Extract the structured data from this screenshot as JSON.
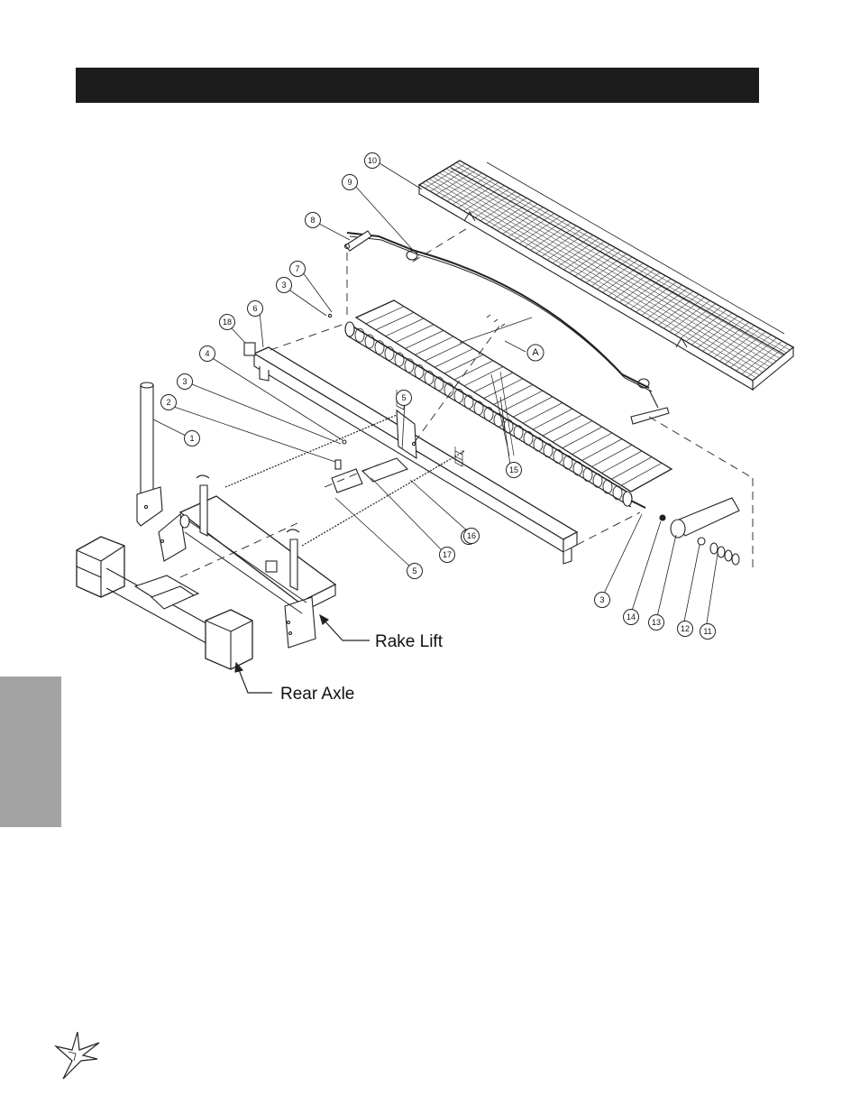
{
  "header": {
    "title": ""
  },
  "callouts": [
    "1",
    "2",
    "3",
    "3",
    "3",
    "4",
    "5",
    "5",
    "5",
    "6",
    "7",
    "8",
    "9",
    "10",
    "11",
    "12",
    "13",
    "14",
    "15",
    "16",
    "17",
    "18",
    "A"
  ],
  "labels": {
    "rake_lift": "Rake Lift",
    "rear_axle": "Rear Axle"
  },
  "colors": {
    "title_bar": "#1c1c1c",
    "side_tab": "#a3a3a3",
    "line": "#222222"
  },
  "icons": {
    "logo": "star-burst-logo-icon"
  }
}
